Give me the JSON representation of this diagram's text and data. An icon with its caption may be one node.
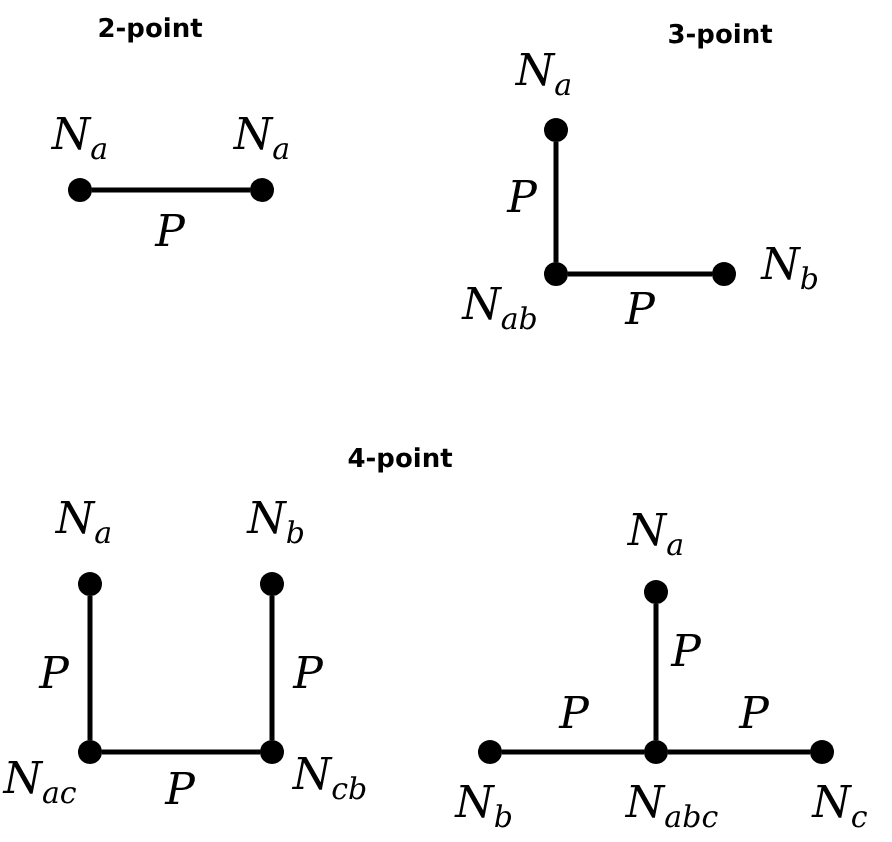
{
  "diagram": {
    "nodes": [
      {
        "text": [],
        "shape": "circle",
        "beside": [
          "N$_{a}$"
        ]
      },
      {
        "text": [],
        "shape": "circle",
        "beside": [
          "N$_{a}$"
        ]
      },
      {
        "text": [],
        "shape": "circle",
        "beside": [
          "N$_{a}$"
        ]
      },
      {
        "text": [],
        "shape": "circle",
        "beside": [
          "N$_{ab}$"
        ]
      },
      {
        "text": [],
        "shape": "circle",
        "beside": [
          "N$_{b}$"
        ]
      },
      {
        "text": [],
        "shape": "circle",
        "beside": [
          "N$_{a}$"
        ]
      },
      {
        "text": [],
        "shape": "circle",
        "beside": [
          "N$_{b}$"
        ]
      },
      {
        "text": [],
        "shape": "circle",
        "beside": [
          "N$_{ac}$"
        ]
      },
      {
        "text": [],
        "shape": "circle",
        "beside": [
          "N$_{cb}$"
        ]
      },
      {
        "text": [],
        "shape": "circle",
        "beside": [
          "N$_{a}$"
        ]
      },
      {
        "text": [],
        "shape": "circle",
        "beside": [
          "N$_{b}$"
        ]
      },
      {
        "text": [],
        "shape": "circle",
        "beside": [
          "N$_{abc}$"
        ]
      },
      {
        "text": [],
        "shape": "circle",
        "beside": [
          "N$_{c}$"
        ]
      }
    ],
    "edges": [
      {
        "from": 0,
        "to": 1,
        "arrow": "none",
        "label": "P"
      },
      {
        "from": 2,
        "to": 3,
        "arrow": "none",
        "label": "P"
      },
      {
        "from": 3,
        "to": 4,
        "arrow": "none",
        "label": "P"
      },
      {
        "from": 5,
        "to": 7,
        "arrow": "none",
        "label": "P"
      },
      {
        "from": 6,
        "to": 8,
        "arrow": "none",
        "label": "P"
      },
      {
        "from": 7,
        "to": 8,
        "arrow": "none",
        "label": "P"
      },
      {
        "from": 9,
        "to": 11,
        "arrow": "none",
        "label": "P"
      },
      {
        "from": 10,
        "to": 11,
        "arrow": "none",
        "label": "P"
      },
      {
        "from": 11,
        "to": 12,
        "arrow": "none",
        "label": "P"
      }
    ],
    "labels": [
      "2-point",
      "3-point",
      "4-point"
    ]
  }
}
